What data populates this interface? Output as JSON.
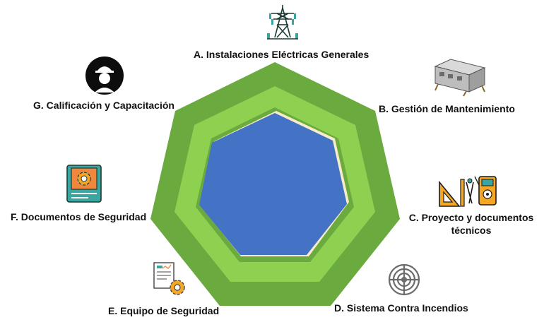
{
  "diagram": {
    "categories": [
      {
        "id": "A",
        "label": "A. Instalaciones Eléctricas Generales",
        "icon": "power-tower-icon"
      },
      {
        "id": "B",
        "label": "B. Gestión de Mantenimiento",
        "icon": "portable-building-icon"
      },
      {
        "id": "C",
        "label_line1": "C. Proyecto y documentos",
        "label_line2": "técnicos",
        "icon": "drafting-tools-multimeter-icon"
      },
      {
        "id": "D",
        "label": "D. Sistema Contra Incendios",
        "icon": "spiral-sprinkler-icon"
      },
      {
        "id": "E",
        "label": "E. Equipo de Seguridad",
        "icon": "document-gear-icon"
      },
      {
        "id": "F",
        "label": "F. Documentos de Seguridad",
        "icon": "manual-gear-icon"
      },
      {
        "id": "G",
        "label": "G. Calificación y Capacitación",
        "icon": "worker-helmet-icon"
      }
    ],
    "colors": {
      "outer_ring": "#6aaa3f",
      "inner_ring": "#8ed150",
      "data_fill": "#4472c4",
      "data_shadow": "#f6edc8",
      "gold": "#f5a623",
      "teal": "#3aa6a1",
      "orange": "#f0873c"
    }
  }
}
